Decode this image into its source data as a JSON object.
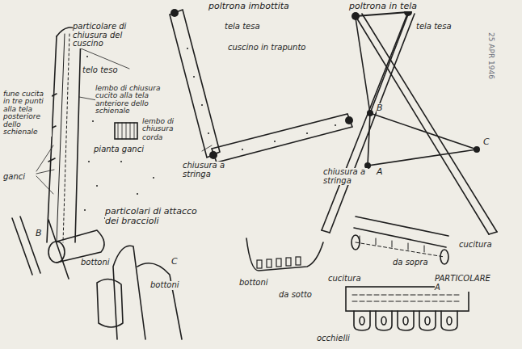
{
  "diagram": {
    "labels": [
      "particolare di chiusura del cuscino",
      "poltrona imbottita",
      "poltrona in tela",
      "25 APR 1946",
      "telo teso",
      "fune cucita in tre punti alla tela posteriore dello schienale",
      "lembo di chiusura cucito alla tela anteriore dello schienale",
      "ganci",
      "lembo di chiusura",
      "corda",
      "pianta ganci",
      "tela tesa",
      "cuscino in trapunto",
      "chiusura a stringa",
      "tela tesa",
      "B",
      "A",
      "C",
      "chiusura a stringa",
      "particolari di attacco dei braccioli",
      "B",
      "bottoni",
      "C",
      "bottoni",
      "bottoni",
      "da sotto",
      "da sopra",
      "cucitura",
      "cucitura",
      "PARTICOLARE A",
      "occhielli"
    ]
  }
}
